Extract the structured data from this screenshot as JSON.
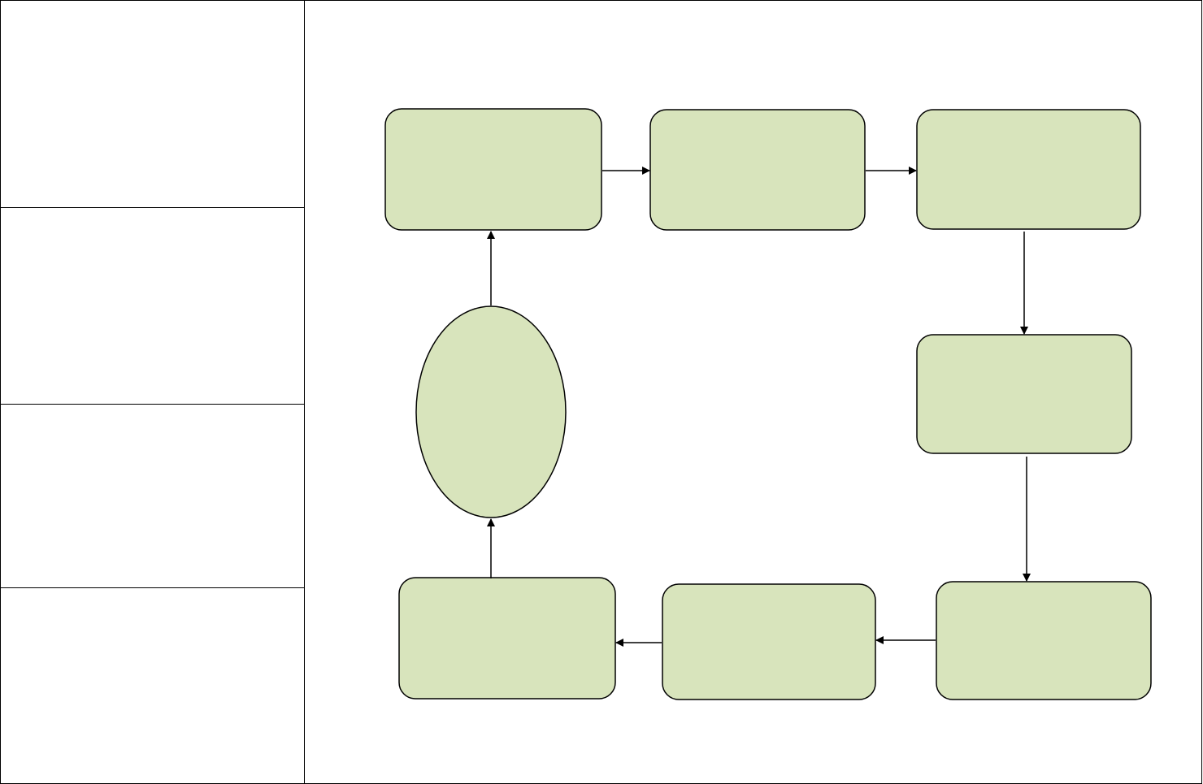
{
  "colors": {
    "node_fill": "#d8e4bc",
    "node_stroke": "#000000",
    "line": "#000000",
    "background": "#ffffff"
  },
  "table": {
    "cells": [
      {
        "text": ""
      },
      {
        "text": ""
      },
      {
        "text": ""
      },
      {
        "text": ""
      }
    ]
  },
  "diagram": {
    "nodes": [
      {
        "id": "box-top-1",
        "shape": "rounded-rect",
        "label": ""
      },
      {
        "id": "box-top-2",
        "shape": "rounded-rect",
        "label": ""
      },
      {
        "id": "box-top-3",
        "shape": "rounded-rect",
        "label": ""
      },
      {
        "id": "box-right-middle",
        "shape": "rounded-rect",
        "label": ""
      },
      {
        "id": "box-bottom-right",
        "shape": "rounded-rect",
        "label": ""
      },
      {
        "id": "box-bottom-middle",
        "shape": "rounded-rect",
        "label": ""
      },
      {
        "id": "box-bottom-left",
        "shape": "rounded-rect",
        "label": ""
      },
      {
        "id": "ellipse-left",
        "shape": "ellipse",
        "label": ""
      }
    ],
    "edges": [
      {
        "from": "box-top-1",
        "to": "box-top-2"
      },
      {
        "from": "box-top-2",
        "to": "box-top-3"
      },
      {
        "from": "box-top-3",
        "to": "box-right-middle"
      },
      {
        "from": "box-right-middle",
        "to": "box-bottom-right"
      },
      {
        "from": "box-bottom-right",
        "to": "box-bottom-middle"
      },
      {
        "from": "box-bottom-middle",
        "to": "box-bottom-left"
      },
      {
        "from": "box-bottom-left",
        "to": "ellipse-left"
      },
      {
        "from": "ellipse-left",
        "to": "box-top-1"
      }
    ]
  }
}
